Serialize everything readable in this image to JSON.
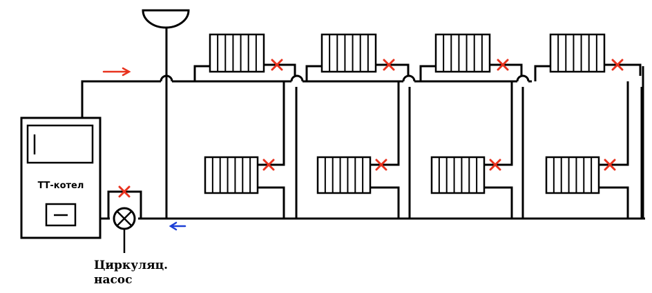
{
  "boiler": {
    "label": "ТТ-котел"
  },
  "pump": {
    "label_line1": "Циркуляц.",
    "label_line2": "насос"
  },
  "colors": {
    "pipe": "#000000",
    "supply_arrow": "#e8321e",
    "return_arrow": "#1c3fd6",
    "valve": "#e8321e"
  }
}
